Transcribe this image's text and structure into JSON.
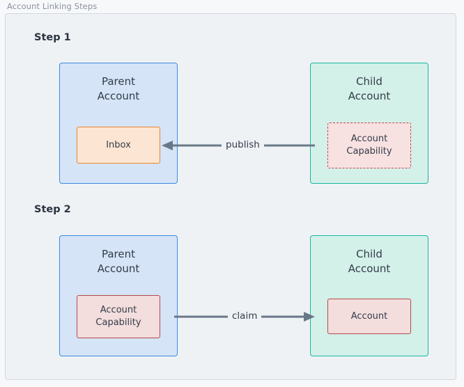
{
  "figure": {
    "caption": "Account Linking Steps",
    "background_color": "#eff2f5",
    "border_color": "#d4d9e0"
  },
  "steps": [
    {
      "label": "Step 1",
      "parent": {
        "title": "Parent\nAccount",
        "fill": "#d5e4f7",
        "border": "#3a8ae0",
        "inner": {
          "label": "Inbox",
          "fill": "#fce6d3",
          "border": "#e8862c",
          "border_style": "solid"
        }
      },
      "child": {
        "title": "Child\nAccount",
        "fill": "#d3f0e9",
        "border": "#18b89c",
        "inner": {
          "label": "Account\nCapability",
          "fill": "#f7e1e1",
          "border": "#bc4a4a",
          "border_style": "dashed"
        }
      },
      "arrow": {
        "label": "publish",
        "direction": "right-to-left",
        "from": "child.Account Capability",
        "to": "parent.Inbox",
        "color": "#697888"
      }
    },
    {
      "label": "Step 2",
      "parent": {
        "title": "Parent\nAccount",
        "fill": "#d5e4f7",
        "border": "#3a8ae0",
        "inner": {
          "label": "Account\nCapability",
          "fill": "#f3dddd",
          "border": "#b44a4a",
          "border_style": "solid"
        }
      },
      "child": {
        "title": "Child\nAccount",
        "fill": "#d3f0e9",
        "border": "#18b89c",
        "inner": {
          "label": "Account",
          "fill": "#f3dddd",
          "border": "#b44a4a",
          "border_style": "solid"
        }
      },
      "arrow": {
        "label": "claim",
        "direction": "left-to-right",
        "from": "parent.Account Capability",
        "to": "child.Account",
        "color": "#697888"
      }
    }
  ]
}
